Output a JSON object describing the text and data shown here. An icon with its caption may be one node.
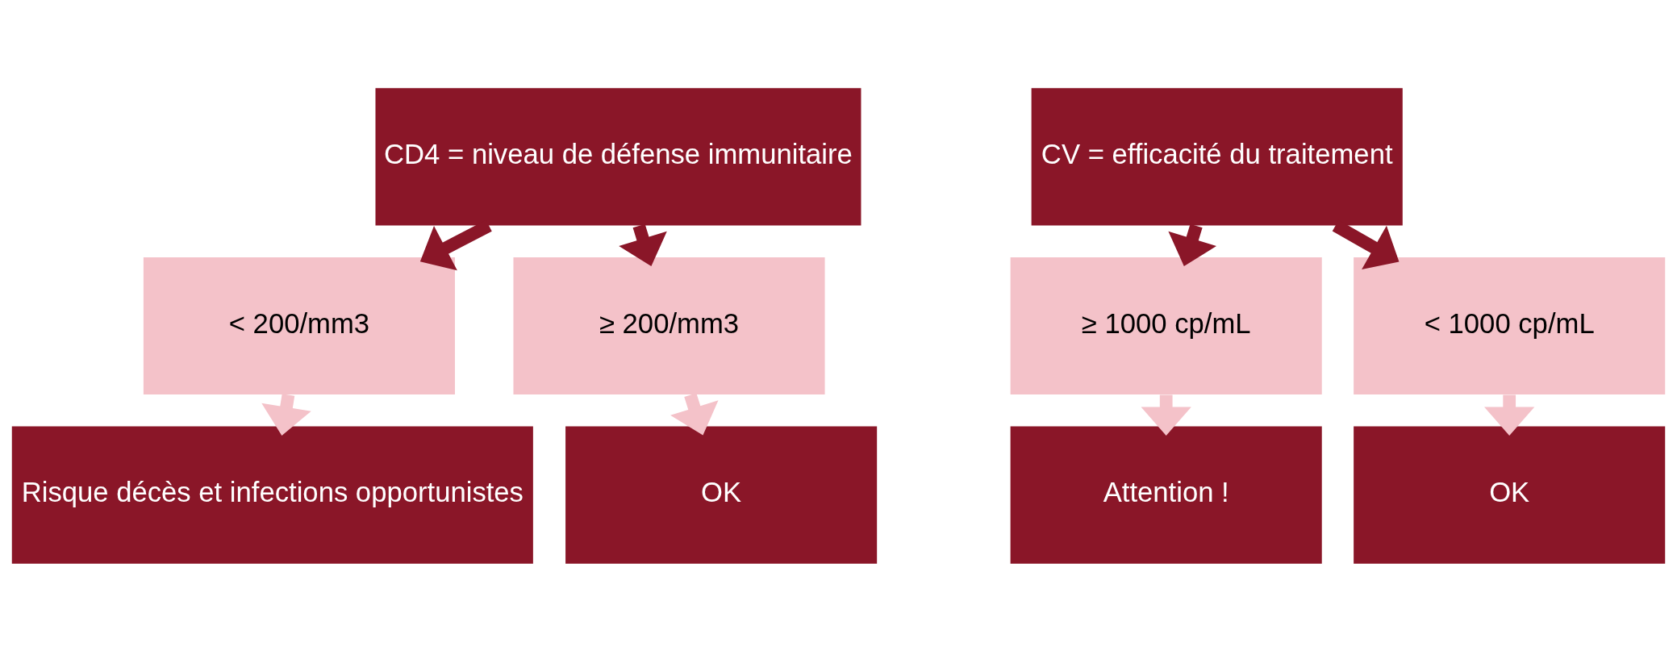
{
  "diagram": {
    "nodes": [
      {
        "text": [
          "CD4 = niveau de défense immunitaire"
        ]
      },
      {
        "text": [
          "< 200/mm3"
        ]
      },
      {
        "text": [
          "≥ 200/mm3"
        ]
      },
      {
        "text": [
          "Risque décès et infections opportunistes"
        ]
      },
      {
        "text": [
          "OK"
        ]
      },
      {
        "text": [
          "CV = efficacité du traitement"
        ]
      },
      {
        "text": [
          "≥ 1000 cp/mL"
        ]
      },
      {
        "text": [
          "< 1000 cp/mL"
        ]
      },
      {
        "text": [
          "Attention !"
        ]
      },
      {
        "text": [
          "OK"
        ]
      }
    ],
    "edges": [
      {
        "from": 0,
        "to": 1,
        "arrow": "to",
        "color": "#8a1628"
      },
      {
        "from": 0,
        "to": 2,
        "arrow": "to",
        "color": "#8a1628"
      },
      {
        "from": 1,
        "to": 3,
        "arrow": "to",
        "color": "#f4c2c9"
      },
      {
        "from": 2,
        "to": 4,
        "arrow": "to",
        "color": "#f4c2c9"
      },
      {
        "from": 5,
        "to": 6,
        "arrow": "to",
        "color": "#8a1628"
      },
      {
        "from": 5,
        "to": 7,
        "arrow": "to",
        "color": "#8a1628"
      },
      {
        "from": 6,
        "to": 8,
        "arrow": "to",
        "color": "#f4c2c9"
      },
      {
        "from": 7,
        "to": 9,
        "arrow": "to",
        "color": "#f4c2c9"
      }
    ]
  }
}
